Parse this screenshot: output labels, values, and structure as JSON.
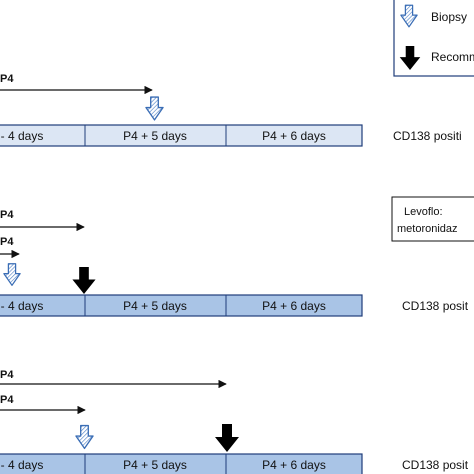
{
  "legend": {
    "biopsy_label": "Biopsy",
    "recommendation_label": "Recomm"
  },
  "panels": [
    {
      "p4_labels": [
        "P4"
      ],
      "segments": [
        "- 4 days",
        "P4 + 5 days",
        "P4 + 6 days"
      ],
      "result_label": "CD138 positi",
      "bar_color": "#dce6f4"
    },
    {
      "p4_labels": [
        "P4",
        "P4"
      ],
      "segments": [
        "- 4 days",
        "P4 + 5 days",
        "P4 + 6 days"
      ],
      "result_label": "CD138 posit",
      "treatment_lines": [
        "Levoflo:",
        "metoronidaz"
      ],
      "bar_color": "#a9c4e6"
    },
    {
      "p4_labels": [
        "P4",
        "P4"
      ],
      "segments": [
        "- 4 days",
        "P4 + 5 days",
        "P4 + 6 days"
      ],
      "result_label": "CD138 posit",
      "bar_color": "#a9c4e6"
    }
  ],
  "icons": {
    "biopsy": "hatched-down-arrow-icon",
    "recommendation": "black-down-arrow-icon"
  }
}
